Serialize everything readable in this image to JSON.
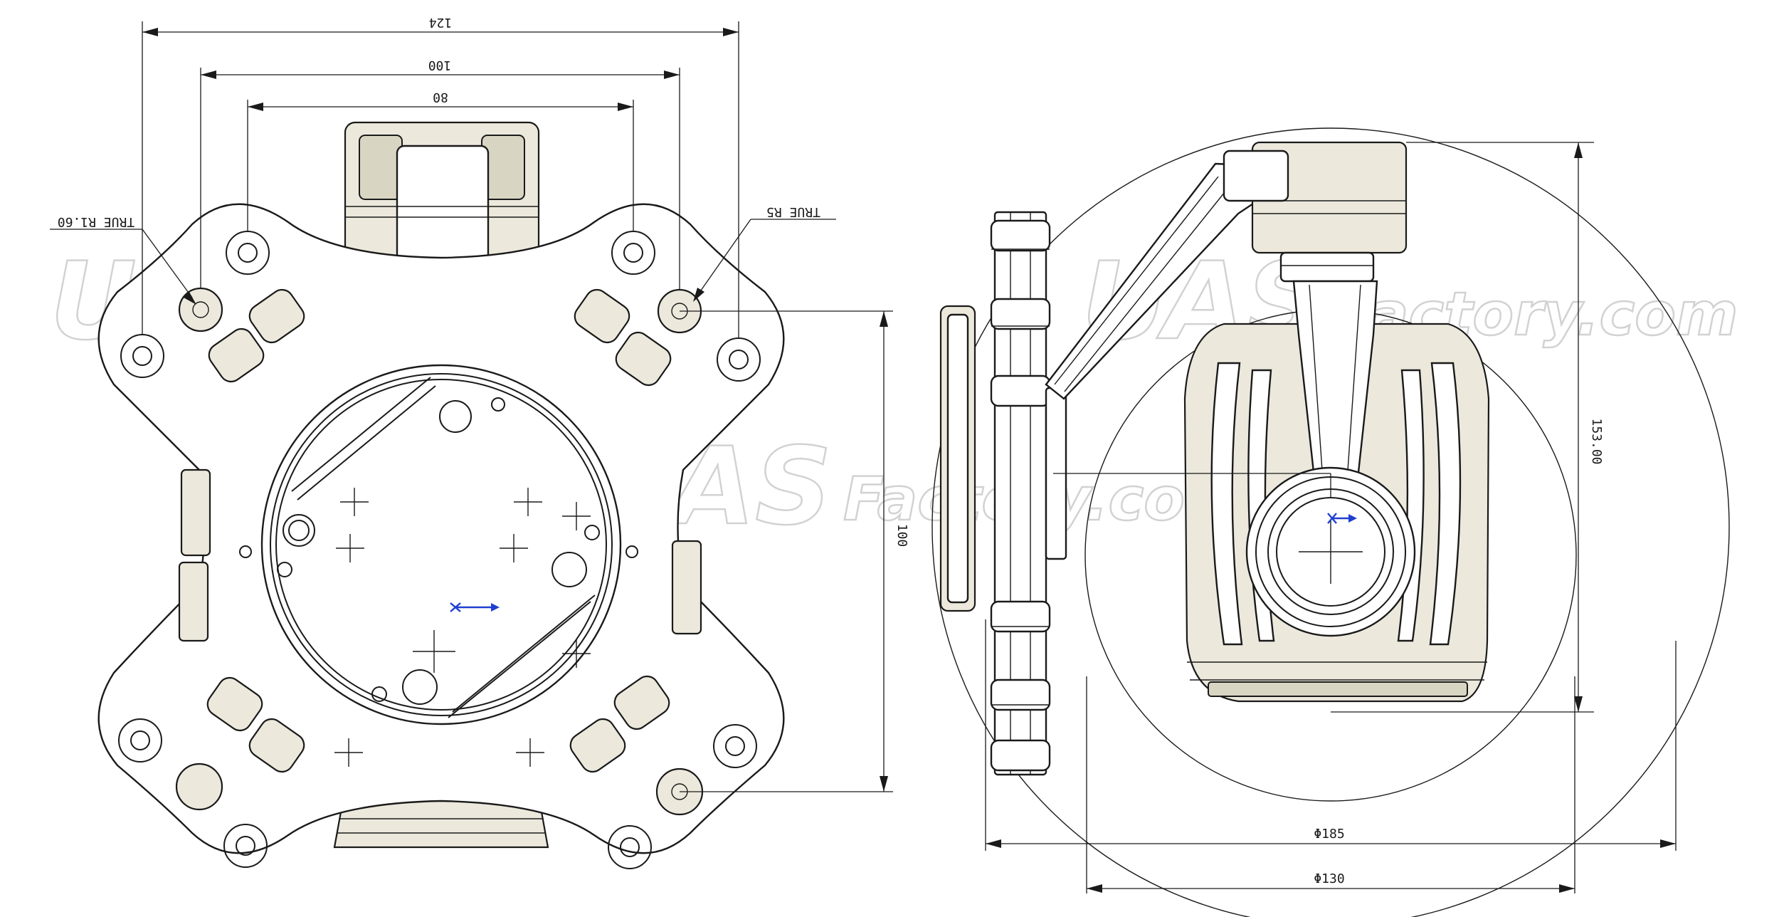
{
  "watermark": {
    "brand": "UAS",
    "suffix": "Factory.com"
  },
  "front_view": {
    "dim_overall_width": "124",
    "dim_hole_spacing_outer": "100",
    "dim_hole_spacing_inner": "80",
    "dim_height": "100",
    "callout_left": "TRUE R1.60",
    "callout_right": "TRUE R5"
  },
  "side_view": {
    "dim_height": "153.00",
    "dim_outer_diameter": "Φ185",
    "dim_inner_diameter": "Φ130"
  },
  "colors": {
    "line": "#1a1a1a",
    "part_fill": "#ece9dc",
    "marker_blue": "#1f3fd1",
    "watermark": "#d2d2d2"
  }
}
